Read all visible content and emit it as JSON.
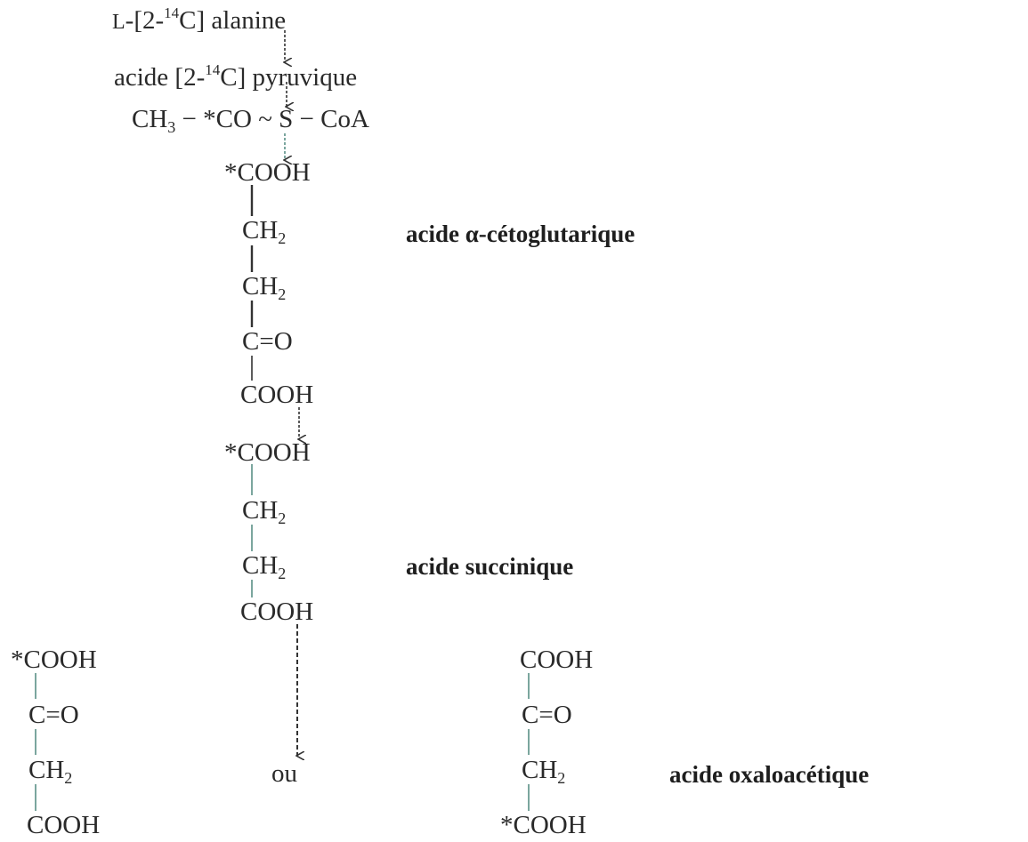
{
  "top": {
    "alanine": {
      "prefix": "L",
      "rest_open": "-[2-",
      "iso": "14",
      "rest_close": "C] alanine"
    },
    "pyruvate": {
      "pre": "acide [2-",
      "iso": "14",
      "post": "C] pyruvique"
    },
    "acetylcoa": {
      "pre": "CH",
      "sub": "3",
      "post": " − *CO ~ S − CoA"
    }
  },
  "akg": {
    "carbons": [
      "*COOH",
      "CH",
      "CH",
      "C=O",
      "COOH"
    ],
    "ch2_sub": "2",
    "name": "acide α-cétoglutarique"
  },
  "succinate": {
    "carbons": [
      "*COOH",
      "CH",
      "CH",
      "COOH"
    ],
    "ch2_sub": "2",
    "name": "acide succinique"
  },
  "oxaloacetate": {
    "left": [
      "*COOH",
      "C=O",
      "CH",
      "COOH"
    ],
    "right": [
      "COOH",
      "C=O",
      "CH",
      "*COOH"
    ],
    "ch2_sub": "2",
    "or_label": "ou",
    "name": "acide  oxaloacétique"
  },
  "colors": {
    "text": "#2a2a2a",
    "bond_light": "#5a8f86",
    "bond_dark": "#333333"
  }
}
